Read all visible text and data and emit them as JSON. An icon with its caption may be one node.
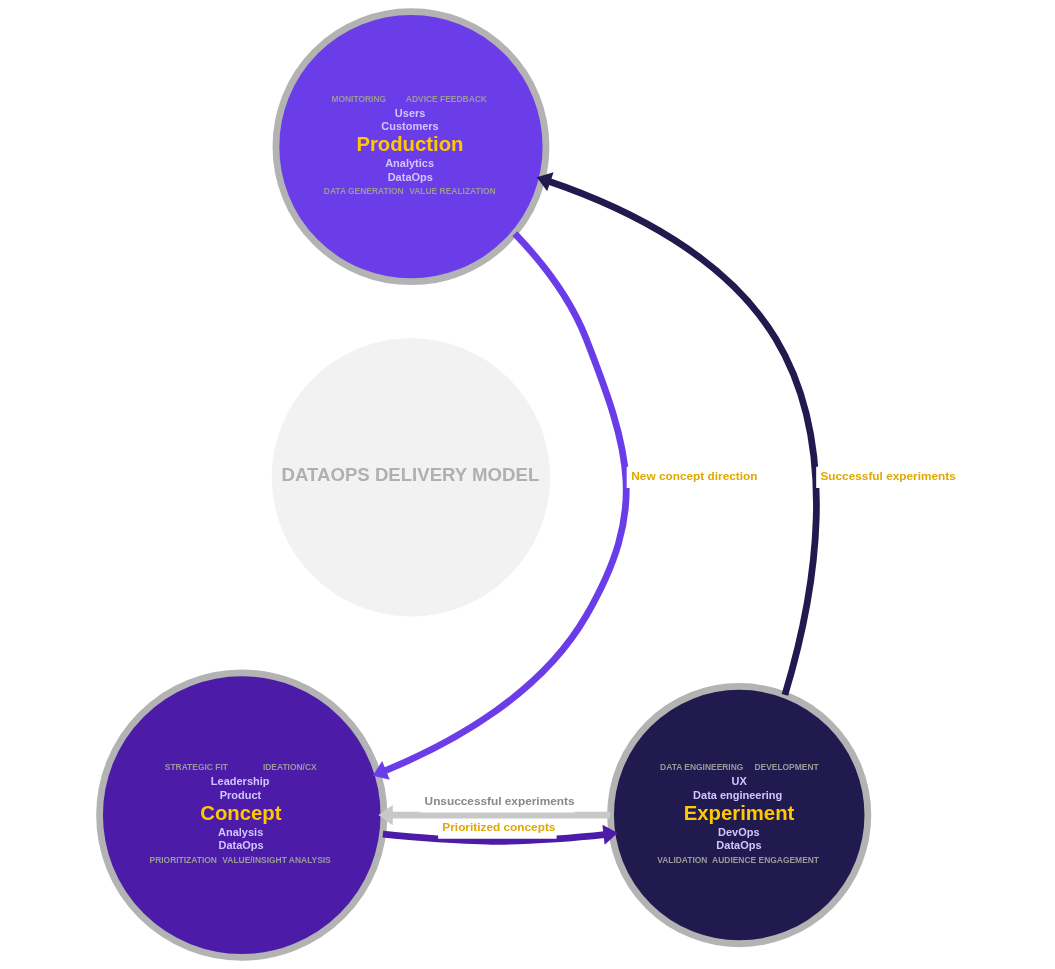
{
  "diagram": {
    "nodes": [
      {
        "text": [
          "DATAOPS DELIVERY MODEL"
        ]
      },
      {
        "text": [
          "MONITORING",
          "ADVICE FEEDBACK",
          "Users",
          "Customers",
          "Production",
          "Analytics",
          "DataOps",
          "DATA GENERATION",
          "VALUE REALIZATION"
        ]
      },
      {
        "text": [
          "STRATEGIC FIT",
          "IDEATION/CX",
          "Leadership",
          "Product",
          "Concept",
          "Analysis",
          "DataOps",
          "PRIORITIZATION",
          "VALUE/INSIGHT ANALYSIS"
        ]
      },
      {
        "text": [
          "DATA ENGINEERING",
          "DEVELOPMENT",
          "UX",
          "Data engineering",
          "Experiment",
          "DevOps",
          "DataOps",
          "VALIDATION",
          "AUDIENCE ENGAGEMENT"
        ]
      }
    ],
    "edges": [
      {
        "from": 1,
        "to": 2,
        "arrow": "to",
        "label": "New concept direction",
        "color": "#6a3de8"
      },
      {
        "from": 2,
        "to": 3,
        "arrow": "to",
        "label": "Prioritized concepts",
        "color": "#4c1ca8"
      },
      {
        "from": 3,
        "to": 2,
        "arrow": "to",
        "label": "Unsuccessful experiments",
        "color": "#c8c8c8"
      },
      {
        "from": 3,
        "to": 1,
        "arrow": "to",
        "label": "Successful experiments",
        "color": "#211a4e"
      }
    ]
  }
}
